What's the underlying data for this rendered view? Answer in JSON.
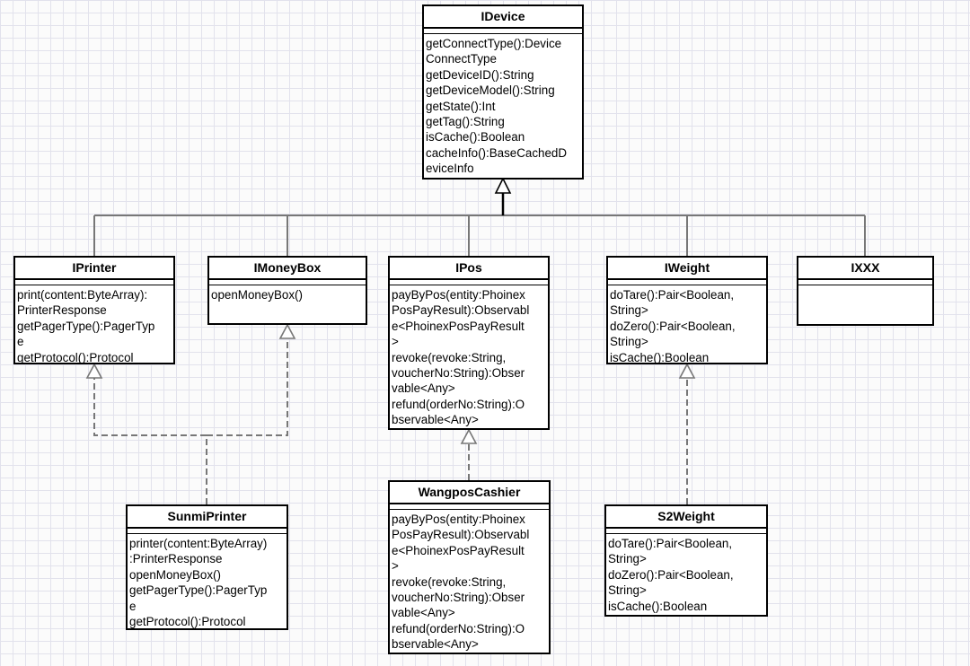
{
  "classes": {
    "idevice": {
      "name": "IDevice",
      "lines": [
        "getConnectType():Device",
        "ConnectType",
        "getDeviceID():String",
        "getDeviceModel():String",
        "getState():Int",
        "getTag():String",
        "isCache():Boolean",
        "cacheInfo():BaseCachedD",
        "eviceInfo"
      ]
    },
    "iprinter": {
      "name": "IPrinter",
      "lines": [
        "print(content:ByteArray):",
        "PrinterResponse",
        "getPagerType():PagerTyp",
        "e",
        "getProtocol():Protocol"
      ]
    },
    "imoneybox": {
      "name": "IMoneyBox",
      "lines": [
        "openMoneyBox()"
      ]
    },
    "ipos": {
      "name": "IPos",
      "lines": [
        "payByPos(entity:Phoinex",
        "PosPayResult):Observabl",
        "e<PhoinexPosPayResult",
        ">",
        "revoke(revoke:String,",
        "voucherNo:String):Obser",
        "vable<Any>",
        "refund(orderNo:String):O",
        "bservable<Any>"
      ]
    },
    "iweight": {
      "name": "IWeight",
      "lines": [
        "doTare():Pair<Boolean,",
        "String>",
        "doZero():Pair<Boolean,",
        "String>",
        "isCache():Boolean"
      ]
    },
    "ixxx": {
      "name": "IXXX",
      "lines": []
    },
    "sunmiprinter": {
      "name": "SunmiPrinter",
      "lines": [
        "printer(content:ByteArray)",
        ":PrinterResponse",
        "openMoneyBox()",
        "getPagerType():PagerTyp",
        "e",
        "getProtocol():Protocol"
      ]
    },
    "wangposcashier": {
      "name": "WangposCashier",
      "lines": [
        "payByPos(entity:Phoinex",
        "PosPayResult):Observabl",
        "e<PhoinexPosPayResult",
        ">",
        "revoke(revoke:String,",
        "voucherNo:String):Obser",
        "vable<Any>",
        "refund(orderNo:String):O",
        "bservable<Any>"
      ]
    },
    "s2weight": {
      "name": "S2Weight",
      "lines": [
        "doTare():Pair<Boolean,",
        "String>",
        "doZero():Pair<Boolean,",
        "String>",
        "isCache():Boolean"
      ]
    }
  },
  "relations": [
    {
      "type": "generalization",
      "from": "IPrinter",
      "to": "IDevice"
    },
    {
      "type": "generalization",
      "from": "IMoneyBox",
      "to": "IDevice"
    },
    {
      "type": "generalization",
      "from": "IPos",
      "to": "IDevice"
    },
    {
      "type": "generalization",
      "from": "IWeight",
      "to": "IDevice"
    },
    {
      "type": "generalization",
      "from": "IXXX",
      "to": "IDevice"
    },
    {
      "type": "realization",
      "from": "SunmiPrinter",
      "to": "IPrinter"
    },
    {
      "type": "realization",
      "from": "SunmiPrinter",
      "to": "IMoneyBox"
    },
    {
      "type": "realization",
      "from": "WangposCashier",
      "to": "IPos"
    },
    {
      "type": "realization",
      "from": "S2Weight",
      "to": "IWeight"
    }
  ]
}
